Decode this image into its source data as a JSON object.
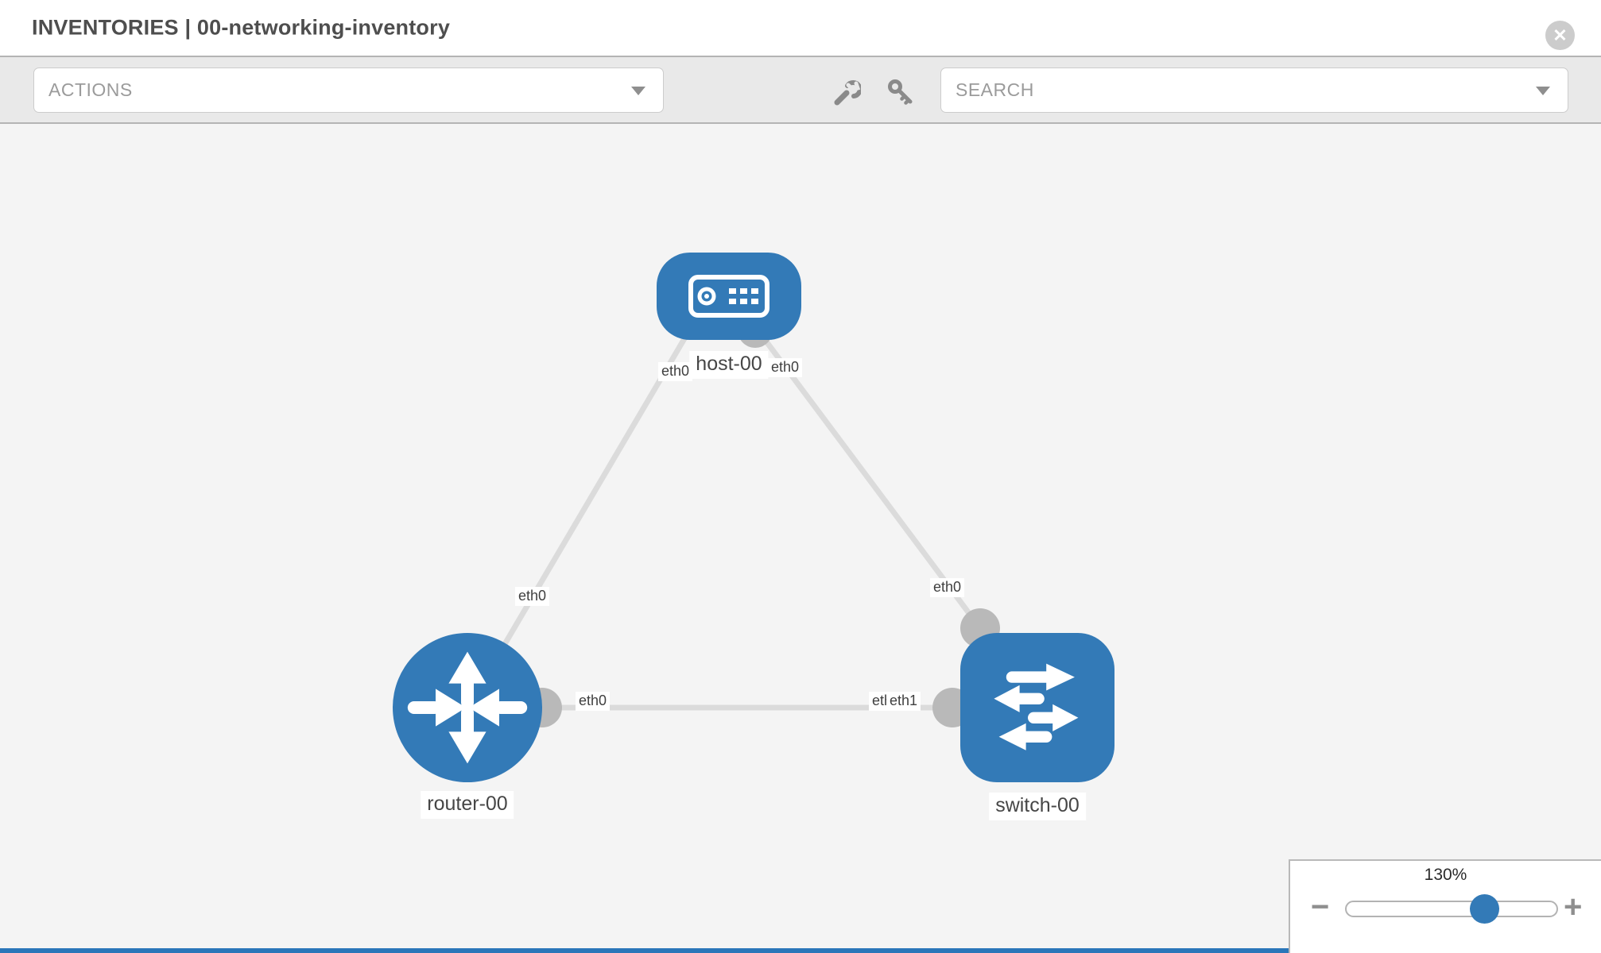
{
  "header": {
    "title": "INVENTORIES | 00-networking-inventory",
    "close_glyph": "✕"
  },
  "toolbar": {
    "actions_placeholder": "ACTIONS",
    "search_placeholder": "SEARCH",
    "wrench_icon": "configure-tool",
    "key_icon": "credentials-tool"
  },
  "colors": {
    "node_blue": "#337ab7",
    "link_gray": "#dbdbdb",
    "port_gray": "#b9b9b9",
    "canvas_bg": "#f4f4f4",
    "footer_blue": "#2a76b9"
  },
  "nodes": [
    {
      "id": "host-00",
      "label": "host-00",
      "type": "host"
    },
    {
      "id": "router-00",
      "label": "router-00",
      "type": "router"
    },
    {
      "id": "switch-00",
      "label": "switch-00",
      "type": "switch"
    }
  ],
  "links": [
    {
      "from": "router-00",
      "to": "host-00",
      "from_label": "eth0",
      "to_label": "eth0"
    },
    {
      "from": "host-00",
      "to": "switch-00",
      "from_label": "eth0",
      "to_label": "eth0"
    },
    {
      "from": "router-00",
      "to": "switch-00",
      "from_label": "eth0",
      "to_label": "eth1",
      "to_label_overlap": "eth0"
    }
  ],
  "zoom_control": {
    "level": "130%",
    "minus_label": "−",
    "plus_label": "+"
  }
}
